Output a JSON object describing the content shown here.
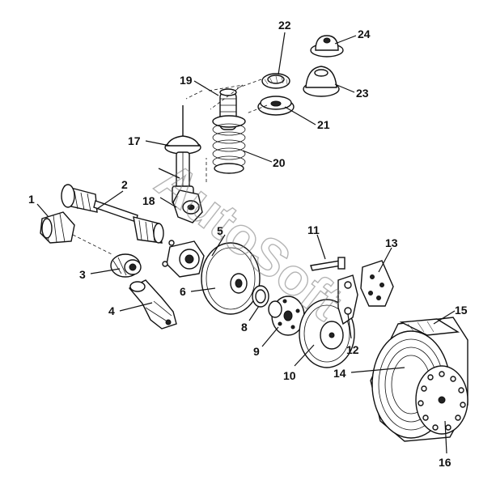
{
  "watermark": "AutoSoft",
  "callouts": [
    {
      "id": "p1",
      "label": "1"
    },
    {
      "id": "p2",
      "label": "2"
    },
    {
      "id": "p3",
      "label": "3"
    },
    {
      "id": "p4",
      "label": "4"
    },
    {
      "id": "p5",
      "label": "5"
    },
    {
      "id": "p6",
      "label": "6"
    },
    {
      "id": "p8",
      "label": "8"
    },
    {
      "id": "p9",
      "label": "9"
    },
    {
      "id": "p10",
      "label": "10"
    },
    {
      "id": "p11",
      "label": "11"
    },
    {
      "id": "p12",
      "label": "12"
    },
    {
      "id": "p13",
      "label": "13"
    },
    {
      "id": "p14",
      "label": "14"
    },
    {
      "id": "p15",
      "label": "15"
    },
    {
      "id": "p16",
      "label": "16"
    },
    {
      "id": "p17",
      "label": "17"
    },
    {
      "id": "p18",
      "label": "18"
    },
    {
      "id": "p19",
      "label": "19"
    },
    {
      "id": "p20",
      "label": "20"
    },
    {
      "id": "p21",
      "label": "21"
    },
    {
      "id": "p22",
      "label": "22"
    },
    {
      "id": "p23",
      "label": "23"
    },
    {
      "id": "p24",
      "label": "24"
    }
  ]
}
